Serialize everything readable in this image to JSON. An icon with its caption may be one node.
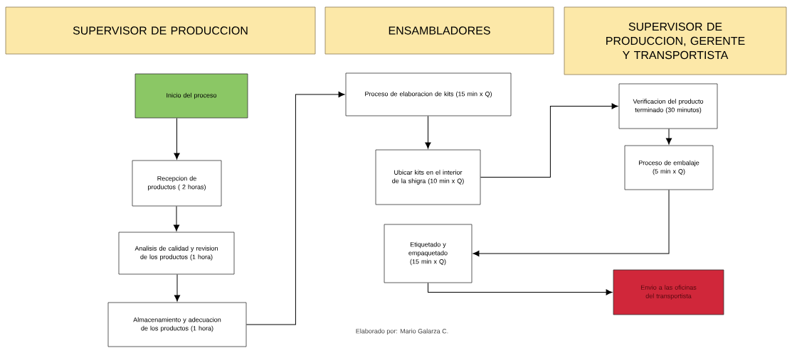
{
  "diagram": {
    "nodes": [
      {
        "text": [
          "SUPERVISOR DE PRODUCCION"
        ]
      },
      {
        "text": [
          "ENSAMBLADORES"
        ]
      },
      {
        "text": [
          "SUPERVISOR DE PRODUCCION, GERENTE Y TRANSPORTISTA"
        ]
      },
      {
        "text": [
          "Inicio del proceso"
        ]
      },
      {
        "text": [
          "Recepcion de productos ( 2 horas)"
        ]
      },
      {
        "text": [
          "Analisis de calidad y revision de los productos (1 hora)"
        ]
      },
      {
        "text": [
          "Almacenamiento y adecuacion de los productos (1 hora)"
        ]
      },
      {
        "text": [
          "Proceso de elaboracion de kits (15 min x Q)"
        ]
      },
      {
        "text": [
          "Ubicar kits en el interior de la shigra (10 min x Q)"
        ]
      },
      {
        "text": [
          "Etiquetado y empaquetado (15 min x Q)"
        ]
      },
      {
        "text": [
          "Envio a las oficinas del transportista"
        ]
      },
      {
        "text": [
          "Verificacion del producto terminado (30 minutos)"
        ]
      },
      {
        "text": [
          "Proceso de embalaje (5 min x Q)"
        ]
      }
    ],
    "edges": [
      {
        "from": 3,
        "to": 4,
        "arrow": "to"
      },
      {
        "from": 4,
        "to": 5,
        "arrow": "to"
      },
      {
        "from": 5,
        "to": 6,
        "arrow": "to"
      },
      {
        "from": 6,
        "to": 7,
        "arrow": "to"
      },
      {
        "from": 7,
        "to": 8,
        "arrow": "to"
      },
      {
        "from": 8,
        "to": 11,
        "arrow": "to"
      },
      {
        "from": 11,
        "to": 12,
        "arrow": "to"
      },
      {
        "from": 12,
        "to": 9,
        "arrow": "to"
      },
      {
        "from": 9,
        "to": 10,
        "arrow": "to"
      }
    ],
    "labels": [
      "Elaborado por: Mario Galarza C."
    ]
  }
}
